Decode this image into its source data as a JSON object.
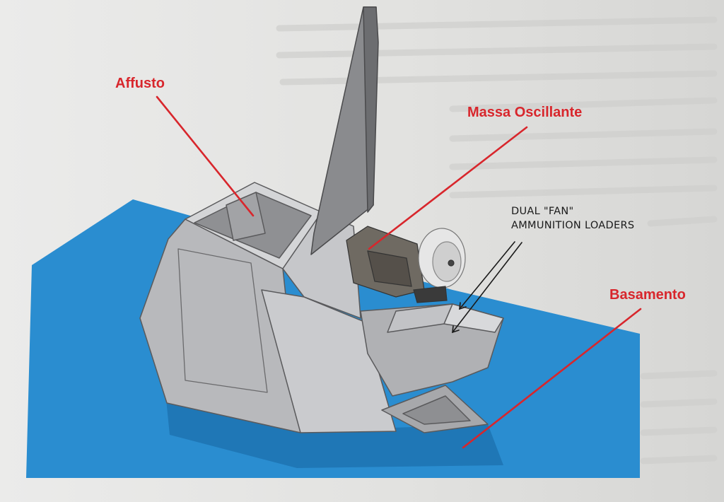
{
  "labels": {
    "affusto": "Affusto",
    "massa_oscillante": "Massa Oscillante",
    "basamento": "Basamento",
    "loaders_line1": "DUAL \"FAN\"",
    "loaders_line2": "AMMUNITION LOADERS"
  },
  "colors": {
    "background": "#e4e4e2",
    "base": "#2a8dd0",
    "turret": "#c8c9cb",
    "leader_red": "#d8262c",
    "leader_black": "#1a1a1a"
  }
}
